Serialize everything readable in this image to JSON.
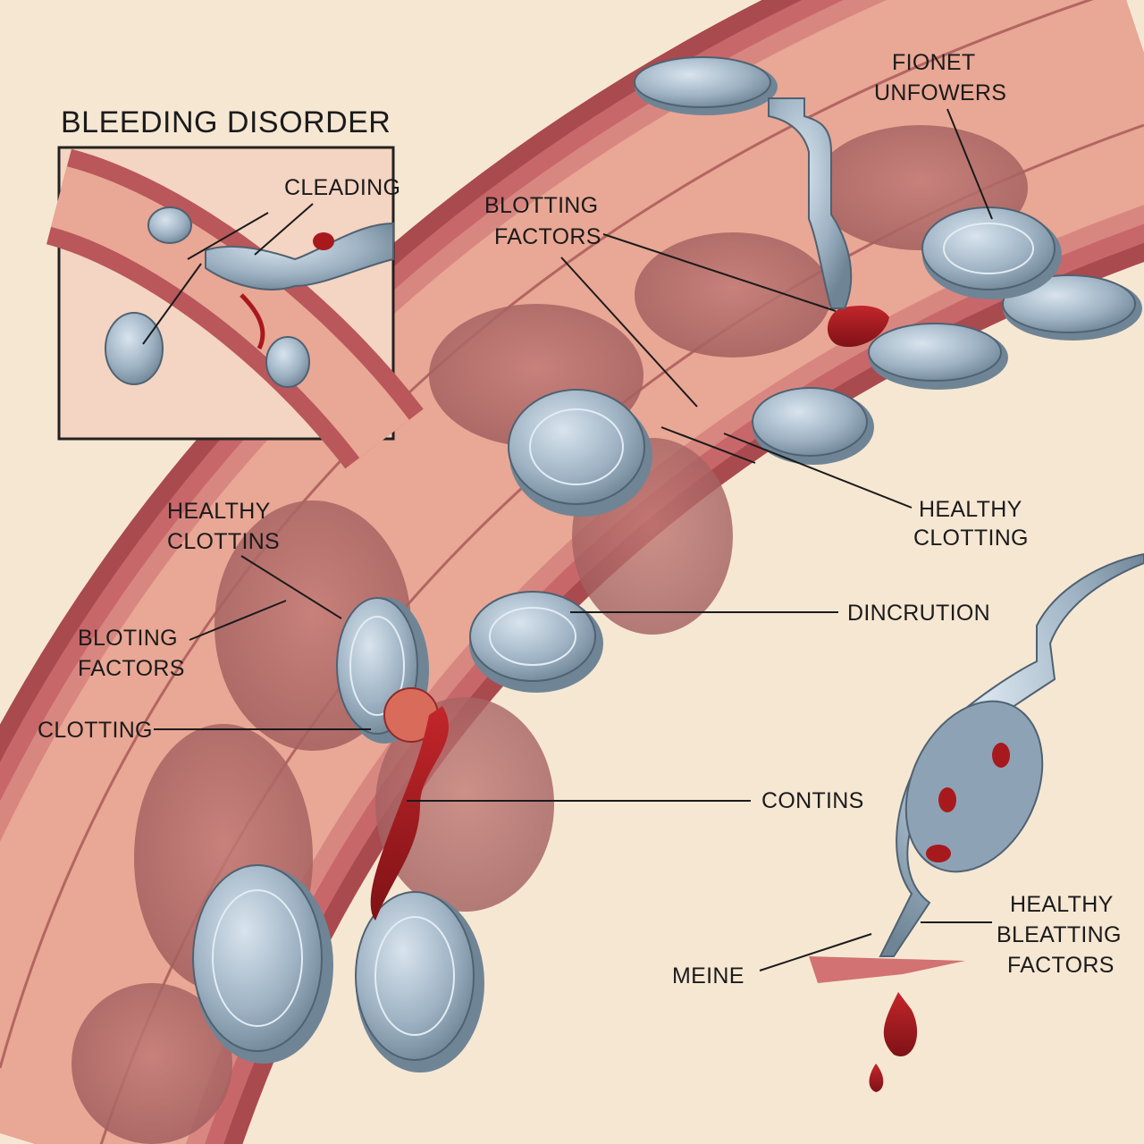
{
  "title": "BLEEDING DISORDER",
  "inset_labels": {
    "cleading": "CLEADING"
  },
  "labels": {
    "fionet_1": "FIONET",
    "fionet_2": "UNFOWERS",
    "blotting_factors_top_1": "BLOTTING",
    "blotting_factors_top_2": "FACTORS",
    "healthy_clotting_right_1": "HEALTHY",
    "healthy_clotting_right_2": "CLOTTING",
    "healthy_clottins_1": "HEALTHY",
    "healthy_clottins_2": "CLOTTINS",
    "bloting_factors_left_1": "BLOTING",
    "bloting_factors_left_2": "FACTORS",
    "clotting": "CLOTTING",
    "dincrution": "DINCRUTION",
    "contins": "CONTINS",
    "healthy_bleatting_1": "HEALTHY",
    "healthy_bleatting_2": "BLEATTING",
    "healthy_bleatting_3": "FACTORS",
    "meine": "MEINE"
  },
  "colors": {
    "background": "#f6e7d3",
    "vessel_wall": "#b9575a",
    "vessel_lumen": "#e9a795",
    "tissue_cell": "#b46f6d",
    "platelet": "#9fb3c4",
    "blood": "#a8191e"
  }
}
